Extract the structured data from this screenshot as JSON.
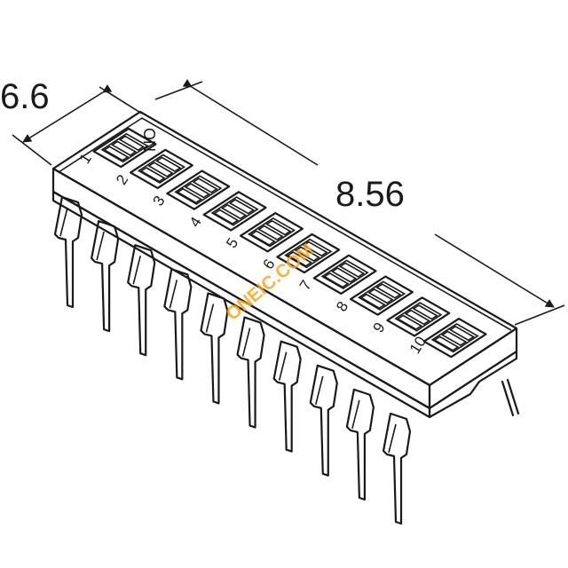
{
  "drawing": {
    "width_dim": "6.6",
    "length_dim": "8.56",
    "on_label": "ON",
    "switch_numbers": [
      "1",
      "2",
      "3",
      "4",
      "5",
      "6",
      "7",
      "8",
      "9",
      "10"
    ],
    "switch_count": 10,
    "pins_per_side": 10,
    "watermark": "ONEIC.COM"
  }
}
